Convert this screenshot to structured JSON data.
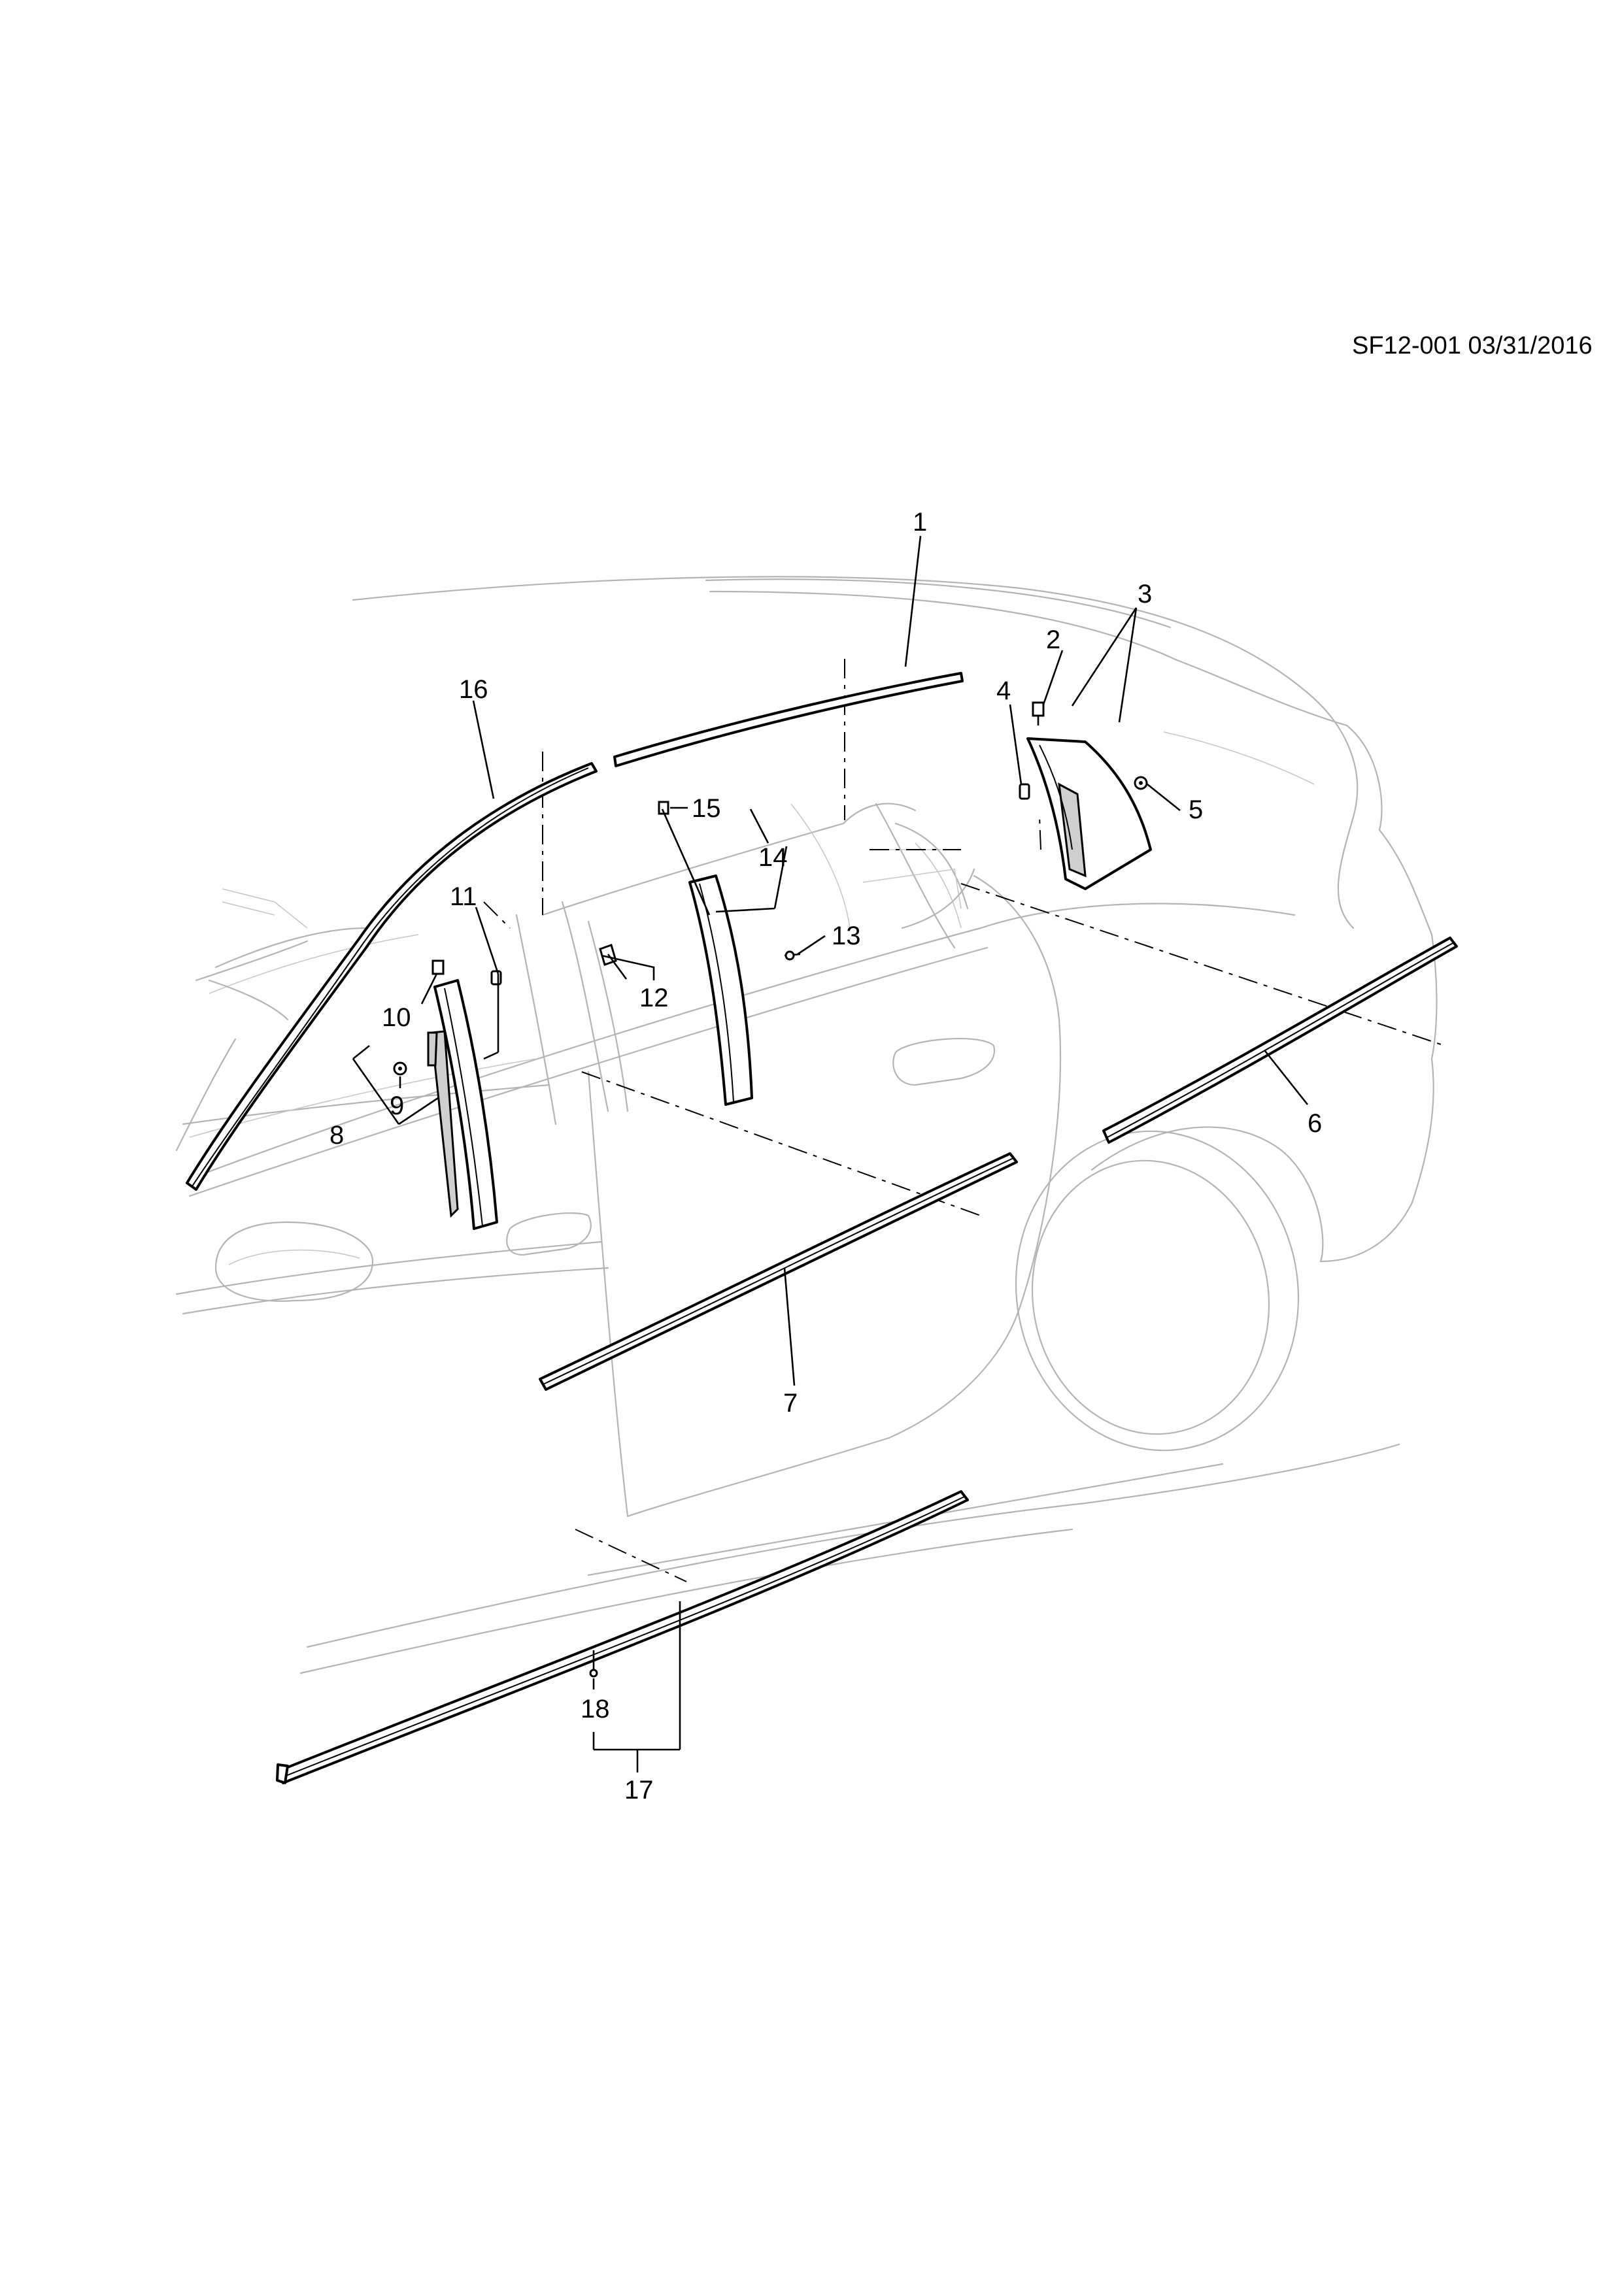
{
  "drawing": {
    "document_id": "SF12-001 03/31/2016"
  },
  "callouts": [
    {
      "id": "1",
      "label": "1"
    },
    {
      "id": "2",
      "label": "2"
    },
    {
      "id": "3",
      "label": "3"
    },
    {
      "id": "4",
      "label": "4"
    },
    {
      "id": "5",
      "label": "5"
    },
    {
      "id": "6",
      "label": "6"
    },
    {
      "id": "7",
      "label": "7"
    },
    {
      "id": "8",
      "label": "8"
    },
    {
      "id": "9",
      "label": "9"
    },
    {
      "id": "10",
      "label": "10"
    },
    {
      "id": "11",
      "label": "11"
    },
    {
      "id": "12",
      "label": "12"
    },
    {
      "id": "13",
      "label": "13"
    },
    {
      "id": "14",
      "label": "14"
    },
    {
      "id": "15",
      "label": "15"
    },
    {
      "id": "16",
      "label": "16"
    },
    {
      "id": "17",
      "label": "17"
    },
    {
      "id": "18",
      "label": "18"
    }
  ]
}
